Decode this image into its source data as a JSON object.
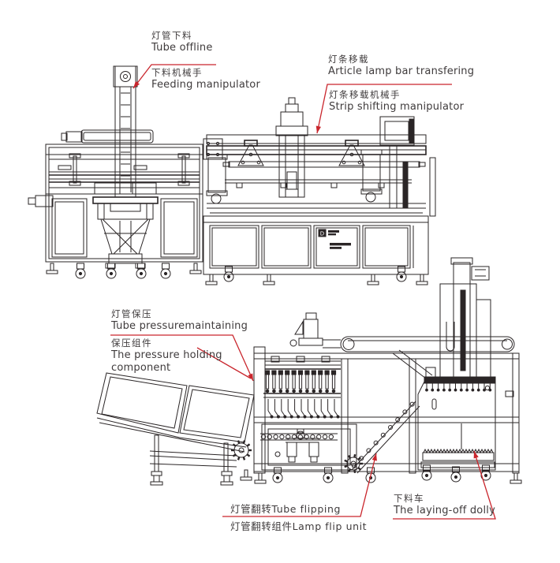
{
  "callouts": {
    "tube_offline": {
      "zh": "灯管下料",
      "en": "Tube offline"
    },
    "feeding_manipulator": {
      "zh": "下料机械手",
      "en": "Feeding manipulator"
    },
    "lamp_bar_transfer": {
      "zh": "灯条移载",
      "en": "Article lamp bar transfering"
    },
    "strip_shifting_manipulator": {
      "zh": "灯条移载机械手",
      "en": "Strip shifting manipulator"
    },
    "tube_pressure_maintaining": {
      "zh": "灯管保压",
      "en": "Tube pressuremaintaining"
    },
    "pressure_holding_component": {
      "zh": "保压组件",
      "en_line1": "The pressure holding",
      "en_line2": "component"
    },
    "tube_flipping": {
      "text": "灯管翻转Tube flipping"
    },
    "lamp_flip_unit": {
      "text": "灯管翻转组件Lamp flip unit"
    },
    "laying_off_dolly": {
      "zh": "下料车",
      "en": "The laying-off dolly"
    }
  },
  "cabinet_logo": {
    "mark": "D"
  },
  "colors": {
    "line": "#2a2526",
    "callout_red": "#c9252c",
    "text": "#3f3b3c",
    "background": "#ffffff"
  }
}
